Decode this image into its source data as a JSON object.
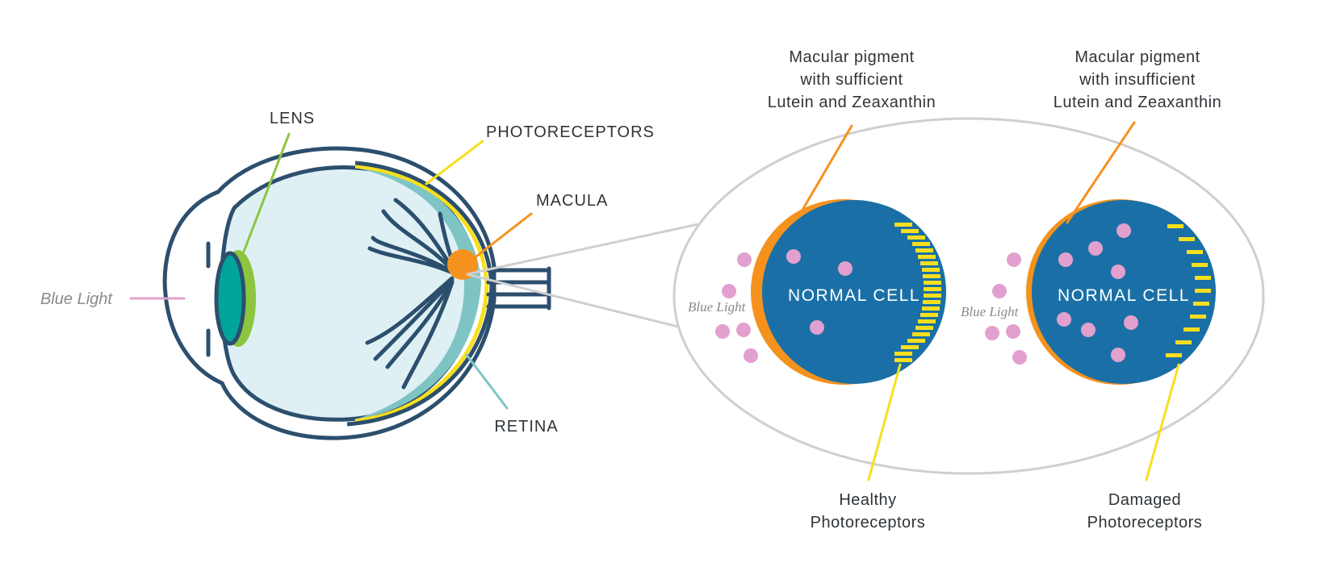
{
  "labels": {
    "lens": "LENS",
    "photoreceptors": "PHOTORECEPTORS",
    "macula": "MACULA",
    "retina": "RETINA",
    "blue_light": "Blue Light"
  },
  "cells": [
    {
      "caption_top": [
        "Macular pigment",
        "with sufficient",
        "Lutein and Zeaxanthin"
      ],
      "cell_label": "NORMAL CELL",
      "blue_light": "Blue Light",
      "caption_bottom": [
        "Healthy",
        "Photoreceptors"
      ]
    },
    {
      "caption_top": [
        "Macular pigment",
        "with insufficient",
        "Lutein and Zeaxanthin"
      ],
      "cell_label": "NORMAL CELL",
      "blue_light": "Blue Light",
      "caption_bottom": [
        "Damaged",
        "Photoreceptors"
      ]
    }
  ],
  "colors": {
    "eye_outline": "#2c4f6e",
    "eye_fill": "#dff0f4",
    "lens_fill": "#00a59a",
    "lens_rim": "#8cc63f",
    "retina": "#7fc4c4",
    "photoreceptor_yellow": "#f7df1e",
    "macula_orange": "#f5921e",
    "cell_blue": "#1a70a6",
    "blue_light_dot": "#e2a0cf",
    "pink_line": "#e2a0cf",
    "zoom_outline": "#cfcfcf"
  }
}
